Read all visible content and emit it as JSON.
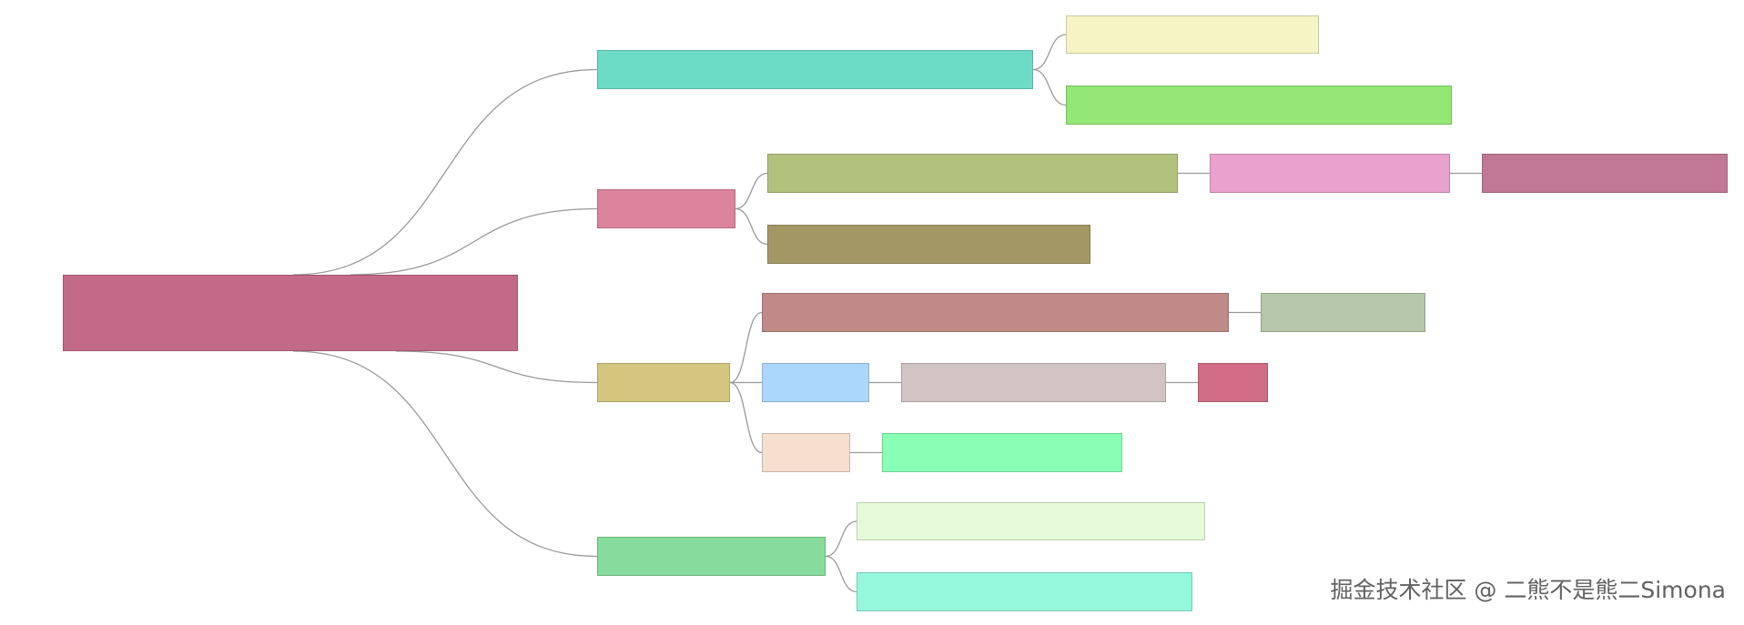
{
  "mindmap": {
    "link_color": "#9a9a9a",
    "nodes": [
      {
        "id": "root",
        "color": "#c46a89"
      },
      {
        "id": "b1",
        "color": "#6ddcc6"
      },
      {
        "id": "b1a",
        "color": "#f6f4c5"
      },
      {
        "id": "b1b",
        "color": "#93e875"
      },
      {
        "id": "b2",
        "color": "#dc849c"
      },
      {
        "id": "b2a",
        "color": "#b2c17b"
      },
      {
        "id": "b2a1",
        "color": "#e9a1cd"
      },
      {
        "id": "b2a2",
        "color": "#c17894"
      },
      {
        "id": "b2b",
        "color": "#a39865"
      },
      {
        "id": "b3",
        "color": "#d3c67f"
      },
      {
        "id": "b3a",
        "color": "#bf8a87"
      },
      {
        "id": "b3a1",
        "color": "#b5c6aa"
      },
      {
        "id": "b3b",
        "color": "#acd7fd"
      },
      {
        "id": "b3b1",
        "color": "#d2c4c4"
      },
      {
        "id": "b3b2",
        "color": "#d26d85"
      },
      {
        "id": "b3c",
        "color": "#f5dfcf"
      },
      {
        "id": "b3c1",
        "color": "#89ffb5"
      },
      {
        "id": "b4",
        "color": "#86dc9c"
      },
      {
        "id": "b4a",
        "color": "#e5fbd7"
      },
      {
        "id": "b4b",
        "color": "#95f7dc"
      }
    ],
    "edges": [
      [
        "root",
        "b1"
      ],
      [
        "root",
        "b2"
      ],
      [
        "root",
        "b3"
      ],
      [
        "root",
        "b4"
      ],
      [
        "b1",
        "b1a"
      ],
      [
        "b1",
        "b1b"
      ],
      [
        "b2",
        "b2a"
      ],
      [
        "b2",
        "b2b"
      ],
      [
        "b2a",
        "b2a1"
      ],
      [
        "b2a1",
        "b2a2"
      ],
      [
        "b3",
        "b3a"
      ],
      [
        "b3",
        "b3b"
      ],
      [
        "b3",
        "b3c"
      ],
      [
        "b3a",
        "b3a1"
      ],
      [
        "b3b",
        "b3b1"
      ],
      [
        "b3b1",
        "b3b2"
      ],
      [
        "b3c",
        "b3c1"
      ],
      [
        "b4",
        "b4a"
      ],
      [
        "b4",
        "b4b"
      ]
    ]
  },
  "watermark": {
    "text": "掘金技术社区 @ 二熊不是熊二Simona"
  }
}
